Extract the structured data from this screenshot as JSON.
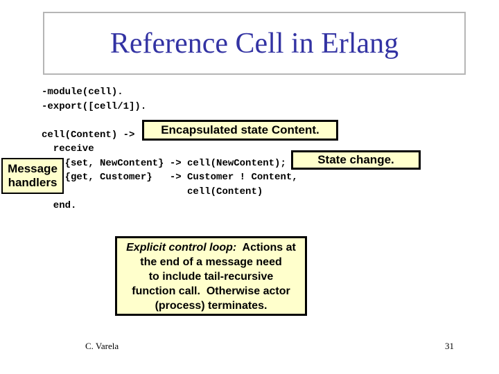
{
  "slide": {
    "title": "Reference Cell in Erlang",
    "code": {
      "text": "-module(cell).\n-export([cell/1]).\n\ncell(Content) ->\n  receive\n    {set, NewContent} -> cell(NewContent);\n    {get, Customer}   -> Customer ! Content,\n                         cell(Content)\n  end."
    },
    "callouts": {
      "encapsulated": "Encapsulated state Content.",
      "state_change": "State change.",
      "message_handlers_line1": "Message",
      "message_handlers_line2": "handlers",
      "control_loop": {
        "lead": "Explicit control loop:",
        "rest": "  Actions at the end of a message need\nto include tail-recursive\nfunction call.  Otherwise actor\n(process) terminates."
      }
    },
    "footer": {
      "author": "C. Varela",
      "page_number": "31"
    },
    "colors": {
      "title_blue": "#3333a3",
      "callout_bg": "#ffffcc",
      "callout_border": "#000000",
      "title_box_border": "#b5b5b5"
    }
  }
}
